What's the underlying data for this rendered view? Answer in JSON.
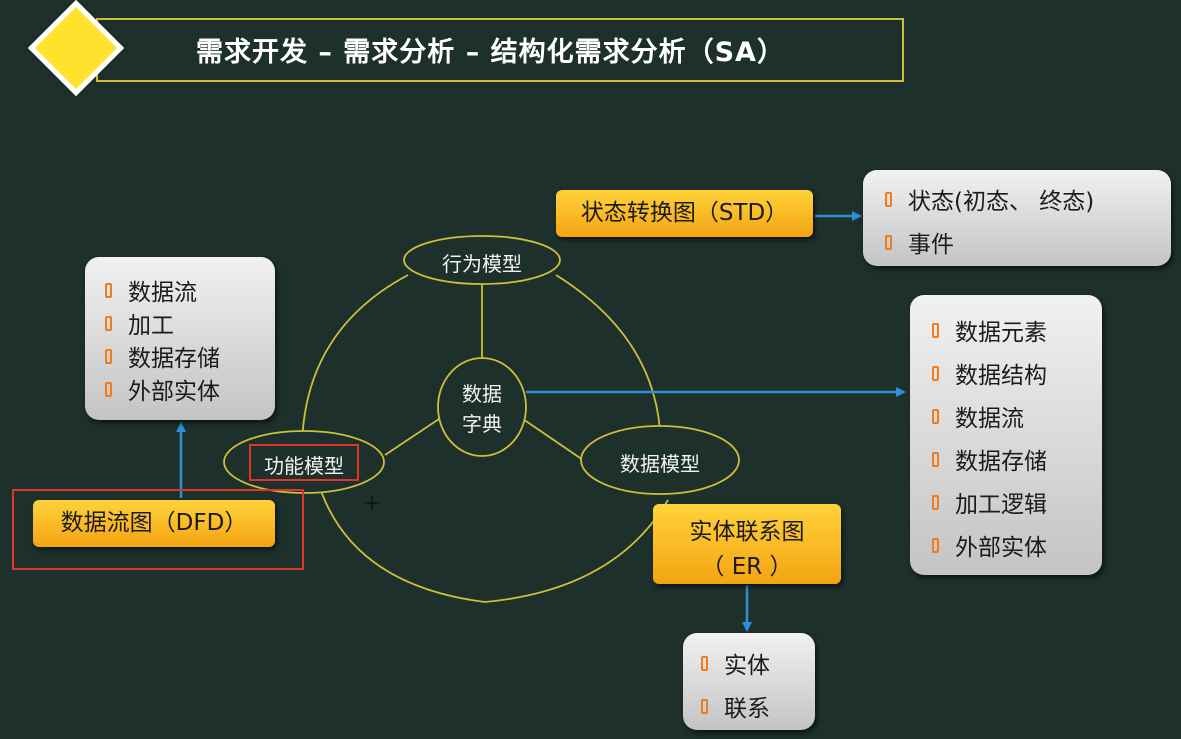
{
  "title": "需求开发 – 需求分析 – 结构化需求分析（SA）",
  "models": {
    "behavior": "行为模型",
    "function": "功能模型",
    "data": "数据模型",
    "dictionary_line1": "数据",
    "dictionary_line2": "字典"
  },
  "std": {
    "label": "状态转换图（STD）",
    "items": [
      "状态(初态、 终态)",
      "事件"
    ]
  },
  "dfd": {
    "label": "数据流图（DFD）",
    "items": [
      "数据流",
      "加工",
      "数据存储",
      "外部实体"
    ]
  },
  "dictionary": {
    "items": [
      "数据元素",
      "数据结构",
      "数据流",
      "数据存储",
      "加工逻辑",
      "外部实体"
    ]
  },
  "er": {
    "label_line1": "实体联系图",
    "label_line2": "（ ER ）",
    "items": [
      "实体",
      "联系"
    ]
  },
  "colors": {
    "background": "#1d302c",
    "accent_line": "#cdbf3a",
    "arrow": "#2d8fd6",
    "orange_box": "#f4a413",
    "highlight": "#e0342a",
    "diamond": "#ffe12e"
  }
}
